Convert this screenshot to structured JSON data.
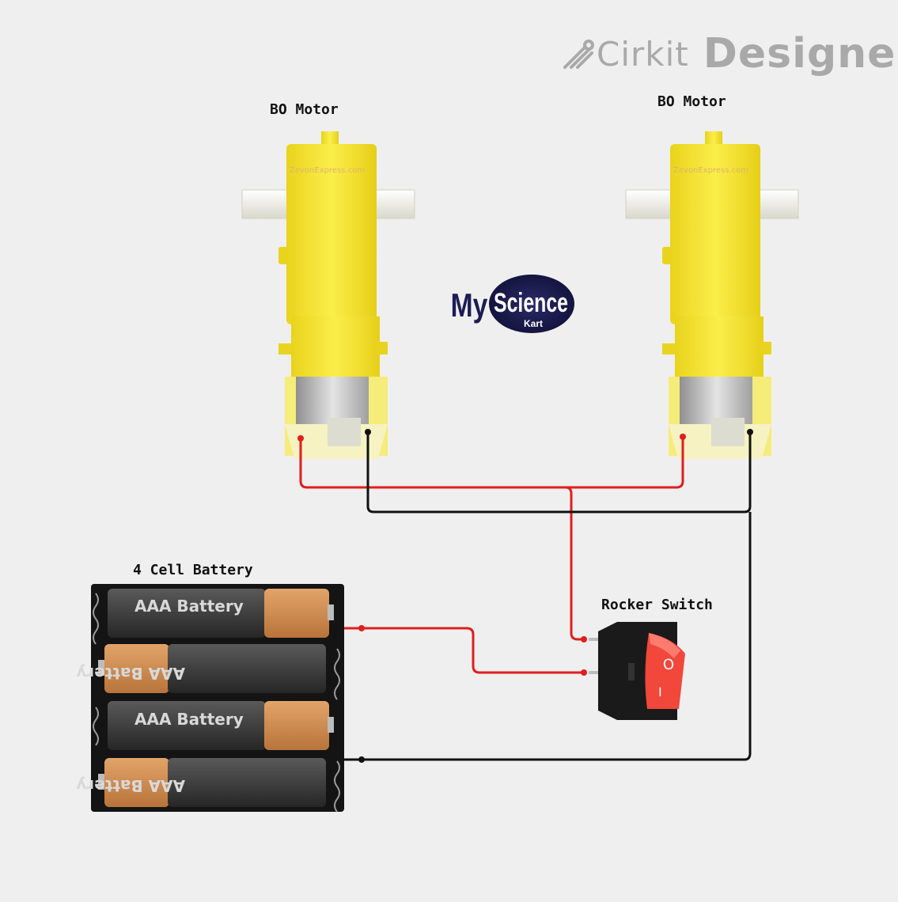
{
  "brand": {
    "name_part1": "Cirkit",
    "name_part2": "Designer",
    "icon": "cirkit-logo-icon"
  },
  "components": {
    "motor_left": {
      "label": "BO Motor",
      "watermark": "ZevonExpress.com"
    },
    "motor_right": {
      "label": "BO Motor",
      "watermark": "ZevonExpress.com"
    },
    "battery": {
      "label": "4 Cell Battery",
      "cells": [
        "AAA Battery",
        "AAA Battery",
        "AAA Battery",
        "AAA Battery"
      ]
    },
    "switch": {
      "label": "Rocker Switch",
      "on_mark": "O",
      "off_mark": "I"
    }
  },
  "logo": {
    "my": "My",
    "science": "Science",
    "kart": "Kart"
  },
  "colors": {
    "background": "#efefef",
    "wire_red": "#e01e1e",
    "wire_black": "#111111",
    "motor_yellow": "#f7e52e",
    "switch_red": "#f2473b"
  }
}
